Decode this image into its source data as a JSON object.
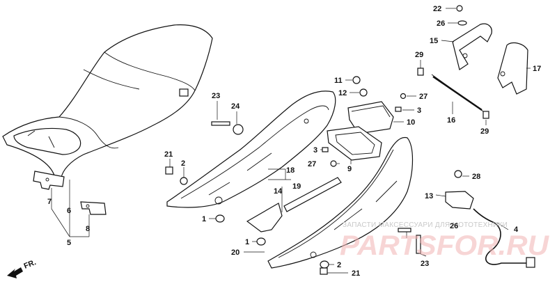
{
  "labels": [
    "1",
    "2",
    "3",
    "4",
    "5",
    "6",
    "7",
    "8",
    "9",
    "10",
    "11",
    "12",
    "13",
    "14",
    "15",
    "16",
    "17",
    "18",
    "19",
    "20",
    "21",
    "22",
    "23",
    "24",
    "26",
    "27",
    "28",
    "29"
  ],
  "callouts": {
    "c22": "22",
    "c26a": "26",
    "c15": "15",
    "c17": "17",
    "c29a": "29",
    "c16": "16",
    "c29b": "29",
    "c11": "11",
    "c12": "12",
    "c27a": "27",
    "c3a": "3",
    "c10": "10",
    "c23a": "23",
    "c24": "24",
    "c3b": "3",
    "c27b": "27",
    "c9": "9",
    "c21a": "21",
    "c2a": "2",
    "c18": "18",
    "c19": "19",
    "c14": "14",
    "c28": "28",
    "c13": "13",
    "c7": "7",
    "c6": "6",
    "c8": "8",
    "c5": "5",
    "c1a": "1",
    "c1b": "1",
    "c20": "20",
    "c2b": "2",
    "c21b": "21",
    "c26b": "26",
    "c4": "4",
    "c23b": "23"
  },
  "direction_label": "FR.",
  "watermark": {
    "caption": "ЗАПАСТИ МАКСЕССУАРИ ДЛЯ МОТОТЕХНИКИ",
    "brand": "PARTSFOR.RU"
  }
}
